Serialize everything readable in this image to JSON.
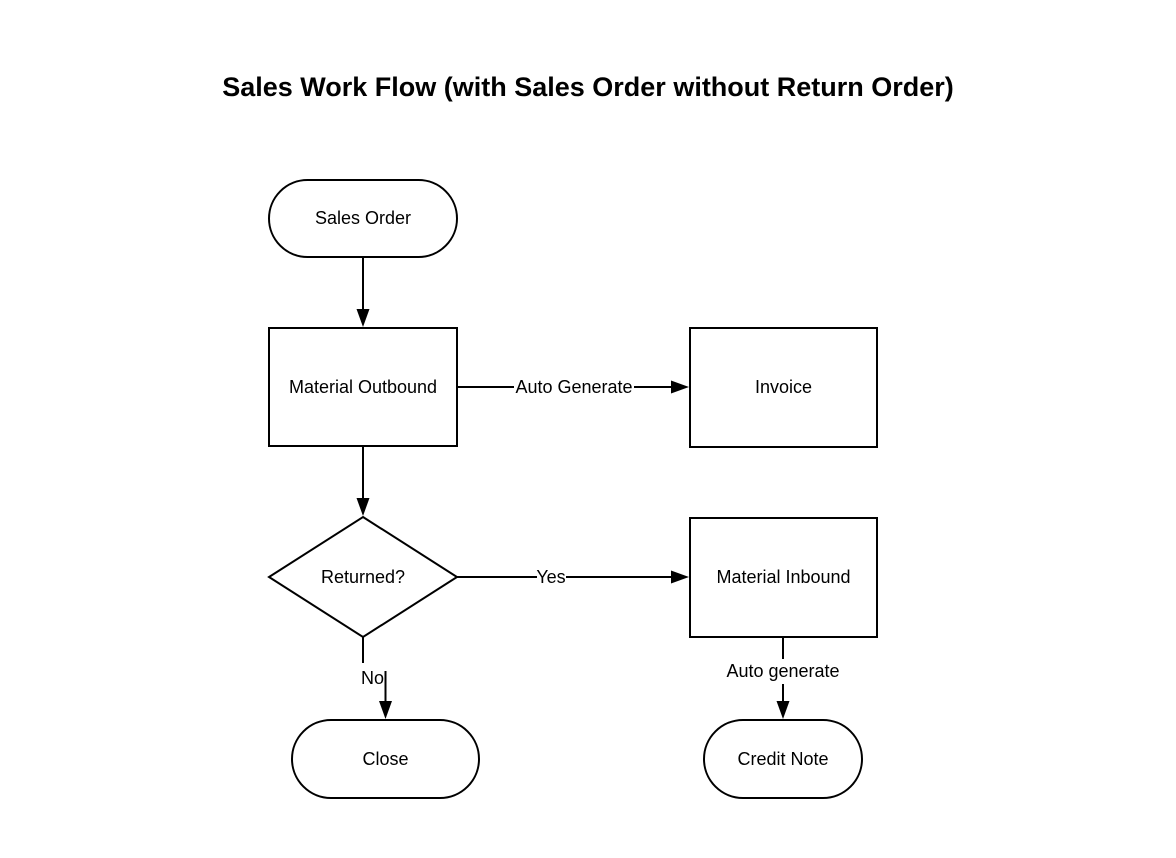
{
  "title": "Sales Work Flow (with Sales Order without Return Order)",
  "diagram": {
    "type": "flowchart",
    "colors": {
      "background": "#ffffff",
      "shape_fill": "#ffffff",
      "stroke": "#000000",
      "text": "#000000"
    },
    "nodes": [
      {
        "id": "sales-order",
        "shape": "terminator",
        "label": "Sales Order"
      },
      {
        "id": "material-outbound",
        "shape": "process",
        "label": "Material Outbound"
      },
      {
        "id": "invoice",
        "shape": "process",
        "label": "Invoice"
      },
      {
        "id": "returned",
        "shape": "decision",
        "label": "Returned?"
      },
      {
        "id": "material-inbound",
        "shape": "process",
        "label": "Material Inbound"
      },
      {
        "id": "close",
        "shape": "terminator",
        "label": "Close"
      },
      {
        "id": "credit-note",
        "shape": "terminator",
        "label": "Credit Note"
      }
    ],
    "edges": [
      {
        "from": "sales-order",
        "to": "material-outbound",
        "label": ""
      },
      {
        "from": "material-outbound",
        "to": "invoice",
        "label": "Auto Generate"
      },
      {
        "from": "material-outbound",
        "to": "returned",
        "label": ""
      },
      {
        "from": "returned",
        "to": "material-inbound",
        "label": "Yes"
      },
      {
        "from": "returned",
        "to": "close",
        "label": "No"
      },
      {
        "from": "material-inbound",
        "to": "credit-note",
        "label": "Auto generate"
      }
    ]
  }
}
